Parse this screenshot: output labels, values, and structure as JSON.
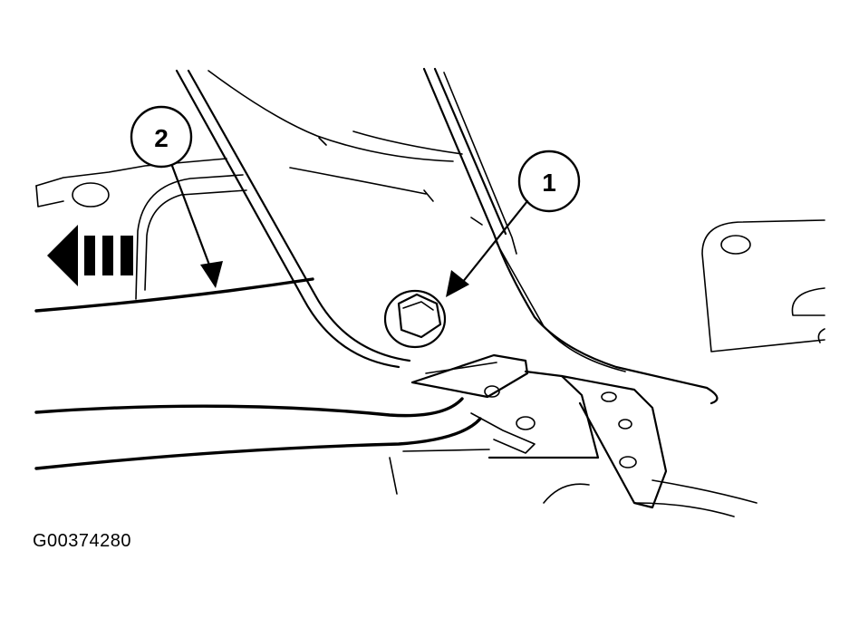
{
  "callouts": [
    {
      "number": "1",
      "target": "bolt"
    },
    {
      "number": "2",
      "target": "panel edge"
    }
  ],
  "figure_id": "G00374280",
  "direction_arrow": "left-arrow-icon",
  "colors": {
    "line": "#000000",
    "background": "#ffffff"
  }
}
